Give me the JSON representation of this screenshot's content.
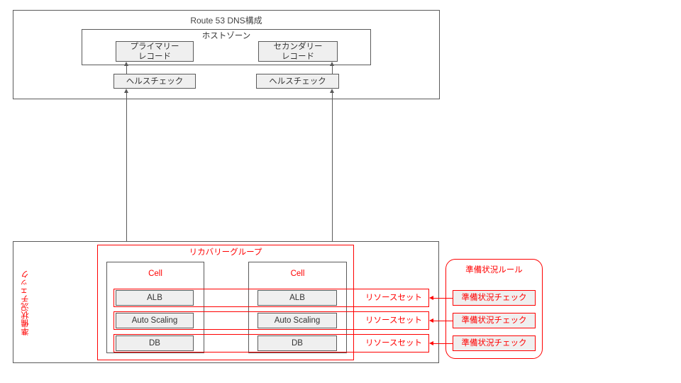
{
  "diagram": {
    "title": "Route 53 DNS構成",
    "colors": {
      "red": "#ff0000",
      "gray_border": "#5a5a5a",
      "box_fill": "#efefef",
      "text": "#333333"
    }
  },
  "dns_section": {
    "title": "Route 53 DNS構成",
    "hosted_zone": {
      "label": "ホストゾーン",
      "records": [
        {
          "label": "プライマリー\nレコード"
        },
        {
          "label": "セカンダリー\nレコード"
        }
      ]
    },
    "health_checks": [
      {
        "label": "ヘルスチェック"
      },
      {
        "label": "ヘルスチェック"
      }
    ]
  },
  "readiness_section": {
    "vertical_label": "準備状況チェック",
    "recovery_group": {
      "label": "リカバリーグループ",
      "cells": [
        {
          "label": "Cell",
          "resources": [
            {
              "label": "ALB"
            },
            {
              "label": "Auto Scaling"
            },
            {
              "label": "DB"
            }
          ]
        },
        {
          "label": "Cell",
          "resources": [
            {
              "label": "ALB"
            },
            {
              "label": "Auto Scaling"
            },
            {
              "label": "DB"
            }
          ]
        }
      ]
    },
    "resource_sets": [
      {
        "label": "リソースセット"
      },
      {
        "label": "リソースセット"
      },
      {
        "label": "リソースセット"
      }
    ]
  },
  "readiness_rule": {
    "title": "準備状況ルール",
    "checks": [
      {
        "label": "準備状況チェック"
      },
      {
        "label": "準備状況チェック"
      },
      {
        "label": "準備状況チェック"
      }
    ]
  }
}
